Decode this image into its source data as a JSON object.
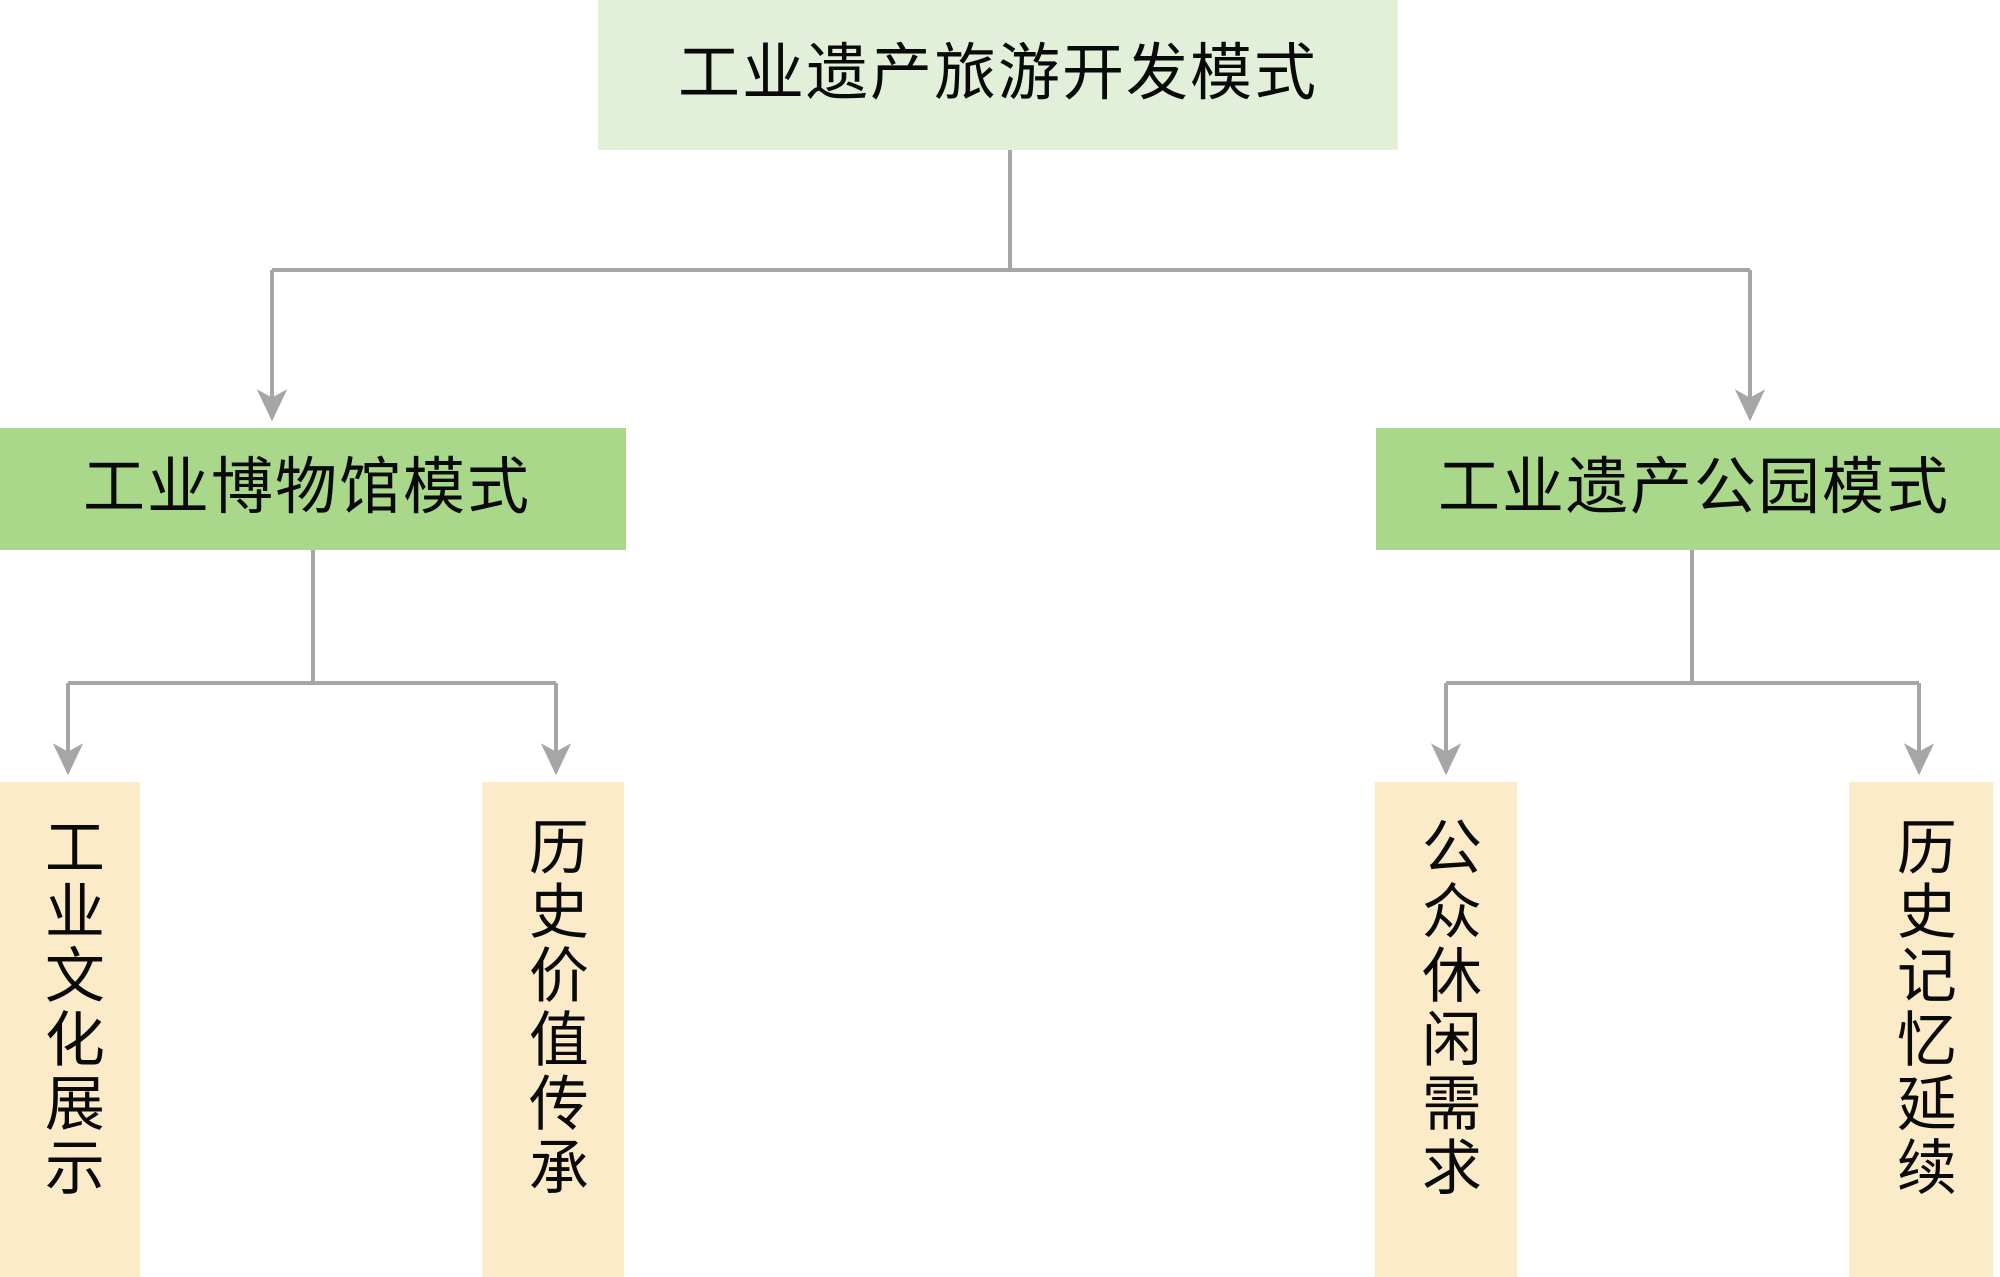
{
  "diagram": {
    "type": "tree",
    "title": "工业遗产旅游开发模式",
    "background_color": "#FFFFFF",
    "palette": {
      "root_fill": "#E2EFD9",
      "branch_fill": "#A9D88B",
      "leaf_fill": "#FCEBC8",
      "connector_stroke": "#A6A6A6",
      "text_color": "#0A0A0A"
    },
    "nodes": {
      "root": {
        "id": "root",
        "label": "工业遗产旅游开发模式",
        "level": 0,
        "orientation": "horizontal",
        "fill": "#E2EFD9"
      },
      "branch_left": {
        "id": "branch-left",
        "label": "工业博物馆模式",
        "level": 1,
        "orientation": "horizontal",
        "fill": "#A9D88B"
      },
      "branch_right": {
        "id": "branch-right",
        "label": "工业遗产公园模式",
        "level": 1,
        "orientation": "horizontal",
        "fill": "#A9D88B"
      },
      "leaf_1": {
        "id": "leaf-1",
        "label": "工业文化展示",
        "level": 2,
        "orientation": "vertical",
        "parent": "工业博物馆模式",
        "fill": "#FCEBC8"
      },
      "leaf_2": {
        "id": "leaf-2",
        "label": "历史价值传承",
        "level": 2,
        "orientation": "vertical",
        "parent": "工业博物馆模式",
        "fill": "#FCEBC8"
      },
      "leaf_3": {
        "id": "leaf-3",
        "label": "公众休闲需求",
        "level": 2,
        "orientation": "vertical",
        "parent": "工业遗产公园模式",
        "fill": "#FCEBC8"
      },
      "leaf_4": {
        "id": "leaf-4",
        "label": "历史记忆延续",
        "level": 2,
        "orientation": "vertical",
        "parent": "工业遗产公园模式",
        "fill": "#FCEBC8"
      }
    },
    "edges": [
      {
        "from": "工业遗产旅游开发模式",
        "to": "工业博物馆模式",
        "style": "elbow-arrow"
      },
      {
        "from": "工业遗产旅游开发模式",
        "to": "工业遗产公园模式",
        "style": "elbow-arrow"
      },
      {
        "from": "工业博物馆模式",
        "to": "工业文化展示",
        "style": "elbow-arrow"
      },
      {
        "from": "工业博物馆模式",
        "to": "历史价值传承",
        "style": "elbow-arrow"
      },
      {
        "from": "工业遗产公园模式",
        "to": "公众休闲需求",
        "style": "elbow-arrow"
      },
      {
        "from": "工业遗产公园模式",
        "to": "历史记忆延续",
        "style": "elbow-arrow"
      }
    ]
  }
}
